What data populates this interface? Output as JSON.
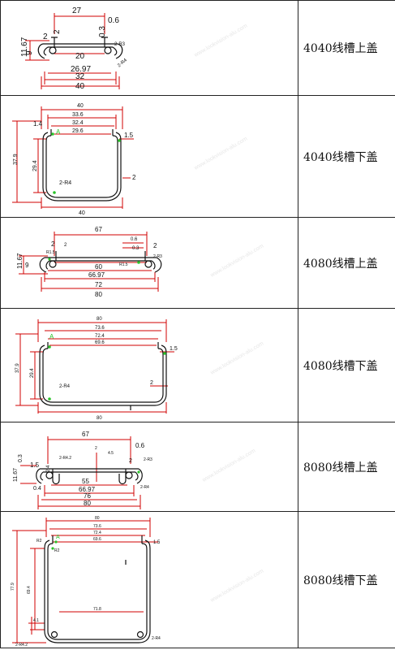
{
  "rows": [
    {
      "label": "4040线槽上盖",
      "dims": {
        "w27": "27",
        "d06": "0.6",
        "d2a": "2",
        "d03": "0.3",
        "d2b": "2",
        "r2r3": "2-R3",
        "h1167": "11.67",
        "h9": "9",
        "w20": "20",
        "r2r4": "2-R4",
        "w2697": "26.97",
        "w32": "32",
        "w40": "40"
      }
    },
    {
      "label": "4040线槽下盖",
      "dims": {
        "w40": "40",
        "w336": "33.6",
        "d14": "1.4",
        "w324": "32.4",
        "w296": "29.6",
        "d15": "1.5",
        "h379": "37.9",
        "h294": "29.4",
        "d2": "2",
        "r2r4": "2-R4",
        "w40b": "40",
        "markA": "A"
      }
    },
    {
      "label": "4080线槽上盖",
      "dims": {
        "w67": "67",
        "d06": "0.6",
        "d2a": "2",
        "d2b": "2",
        "d03": "0.3",
        "d2c": "2",
        "r15a": "R1.5",
        "r15b": "R1.5",
        "r2r3": "2-R3",
        "h1167": "11.67",
        "h9": "9",
        "w60": "60",
        "w6697": "66.97",
        "w72": "72",
        "w80": "80"
      }
    },
    {
      "label": "4080线槽下盖",
      "dims": {
        "w80": "80",
        "w736": "73.6",
        "w724": "72.4",
        "w696": "69.6",
        "d15": "1.5",
        "h379": "37.9",
        "h294": "29.4",
        "d2": "2",
        "r2r4": "2-R4",
        "w80b": "80",
        "markA": "A"
      }
    },
    {
      "label": "8080线槽上盖",
      "dims": {
        "w67": "67",
        "d15": "1.5",
        "d24": "2.4",
        "r2r42": "2-R4.2",
        "d2a": "2",
        "d45": "4.5",
        "d2b": "2",
        "d06": "0.6",
        "r2r3": "2-R3",
        "h1167": "11.67",
        "d03": "0.3",
        "w55": "55",
        "r2r4": "2-R4",
        "d04": "0.4",
        "w6697": "66.97",
        "w76": "76",
        "w80": "80"
      }
    },
    {
      "label": "8080线槽下盖",
      "dims": {
        "w80": "80",
        "w736": "73.6",
        "w724": "72.4",
        "w696": "69.6",
        "d15": "1.5",
        "r2a": "R2",
        "r2b": "R2",
        "h779": "77.9",
        "h694": "69.4",
        "w718": "71.8",
        "d41": "4.1",
        "r2r42": "2-R4.2",
        "r2r4": "2-R4",
        "markA": "A"
      }
    }
  ]
}
